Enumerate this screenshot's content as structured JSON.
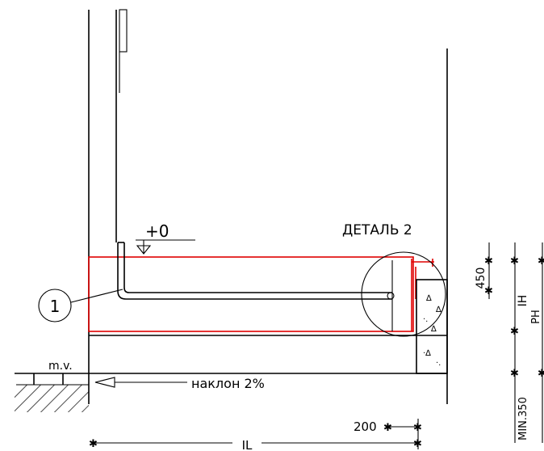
{
  "labels": {
    "level": "+0",
    "detail": "ДЕТАЛЬ 2",
    "callout": "1",
    "ground": "m.v.",
    "slope": "наклон 2%",
    "dim_450": "450",
    "dim_ih": "IH",
    "dim_ph": "PH",
    "dim_min350": "MIN.350",
    "dim_200": "200",
    "dim_il": "IL"
  },
  "colors": {
    "line": "#000000",
    "highlight": "#e00000"
  }
}
